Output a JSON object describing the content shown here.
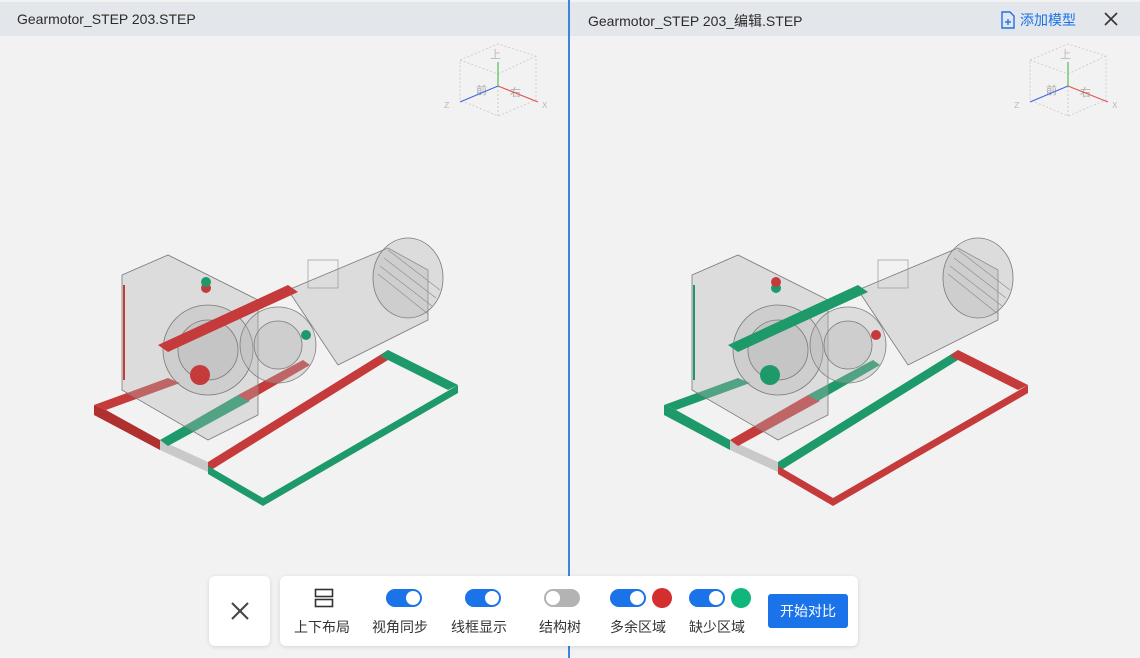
{
  "colors": {
    "accent": "#1a73e8",
    "extra_region": "#d32f2f",
    "missing_region": "#0fb77a",
    "divider": "#3a86d9",
    "header_bg": "#e3e6ea"
  },
  "left_pane": {
    "title": "Gearmotor_STEP 203.STEP",
    "cube_icon": "view-cube-icon"
  },
  "right_pane": {
    "title": "Gearmotor_STEP 203_编辑.STEP",
    "add_model_label": "添加模型",
    "add_model_icon": "add-file-icon",
    "close_icon": "close-icon",
    "cube_icon": "view-cube-icon"
  },
  "toolbar": {
    "close_icon": "close-icon",
    "items": [
      {
        "label": "上下布局",
        "icon": "layout-split-icon"
      },
      {
        "label": "视角同步",
        "state": "on"
      },
      {
        "label": "线框显示",
        "state": "on"
      },
      {
        "label": "结构树",
        "state": "off"
      },
      {
        "label": "多余区域",
        "state": "on",
        "color": "#d32f2f"
      },
      {
        "label": "缺少区域",
        "state": "on",
        "color": "#0fb77a"
      }
    ],
    "start_label": "开始对比"
  }
}
